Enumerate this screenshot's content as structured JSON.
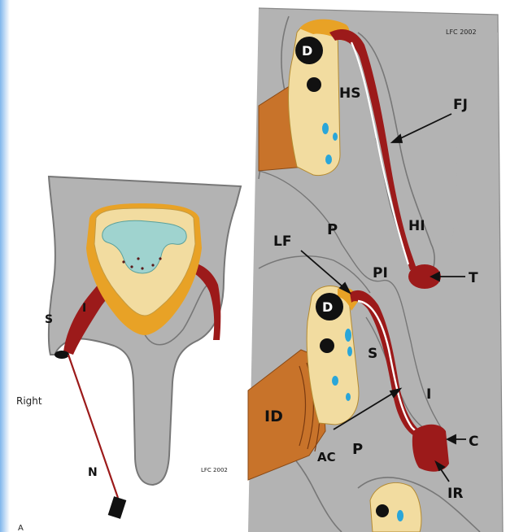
{
  "left_panel": {
    "labels": {
      "s": "S",
      "i": "I",
      "n": "N",
      "right": "Right",
      "copyright": "LFC 2002",
      "panel_letter": "A"
    }
  },
  "right_panel": {
    "labels": {
      "copyright": "LFC 2002",
      "d_top": "D",
      "hs": "HS",
      "fj": "FJ",
      "hi": "HI",
      "p_top": "P",
      "lf": "LF",
      "pi": "PI",
      "t": "T",
      "d_bottom": "D",
      "s": "S",
      "i": "I",
      "id": "ID",
      "ac": "AC",
      "p_bottom": "P",
      "c": "C",
      "ir": "IR"
    }
  },
  "colors": {
    "tissue_gray": "#b3b3b3",
    "outline": "#777777",
    "bone_beige": "#f2dca0",
    "enamel_orange": "#e8a226",
    "gingiva_red": "#9c1a1a",
    "pulp_cyan": "#9fd3cf",
    "root_brown": "#c8732a",
    "canal_blue": "#2aa6d9"
  }
}
